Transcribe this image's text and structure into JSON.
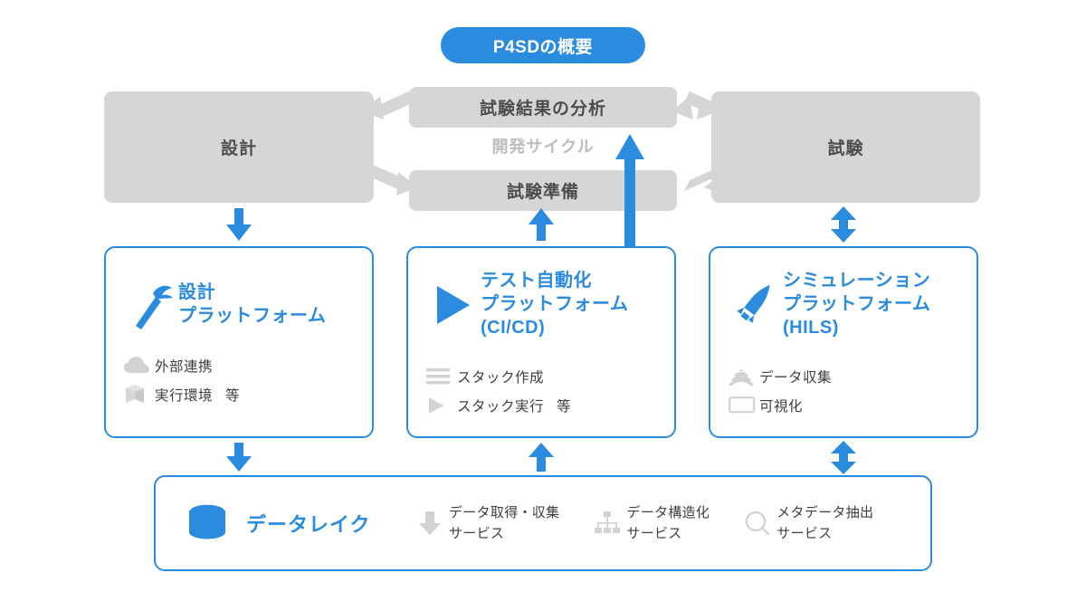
{
  "title": {
    "label": "P4SDの概要"
  },
  "colors": {
    "accent_blue": "#2a8bdf",
    "gray_box": "#d6d6d6",
    "gray_text": "#4d4d4d",
    "cycle_label_gray": "#bdbdbd",
    "icon_gray": "#d2d2d2",
    "white": "#ffffff"
  },
  "process": {
    "design_box": "設計",
    "test_box": "試験",
    "analysis_box": "試験結果の分析",
    "prep_box": "試験準備",
    "cycle_label": "開発サイクル"
  },
  "cards": [
    {
      "icon": "hammer-icon",
      "title_lines": [
        "設計",
        "プラットフォーム"
      ],
      "features": [
        {
          "icon": "cloud-icon",
          "label": "外部連携",
          "suffix": ""
        },
        {
          "icon": "cube-icon",
          "label": "実行環境",
          "suffix": "等"
        }
      ]
    },
    {
      "icon": "play-triangle-icon",
      "title_lines": [
        "テスト自動化",
        "プラットフォーム",
        "(CI/CD)"
      ],
      "features": [
        {
          "icon": "stack-lines-icon",
          "label": "スタック作成",
          "suffix": ""
        },
        {
          "icon": "play-small-icon",
          "label": "スタック実行",
          "suffix": "等"
        }
      ]
    },
    {
      "icon": "rocket-icon",
      "title_lines": [
        "シミュレーション",
        "プラットフォーム",
        "(HILS)"
      ],
      "features": [
        {
          "icon": "signal-waves-icon",
          "label": "データ収集",
          "suffix": ""
        },
        {
          "icon": "monitor-icon",
          "label": "可視化",
          "suffix": ""
        }
      ]
    }
  ],
  "datalake": {
    "icon": "database-icon",
    "title": "データレイク",
    "services": [
      {
        "icon": "down-arrow-icon",
        "line1": "データ取得・収集",
        "line2": "サービス"
      },
      {
        "icon": "hierarchy-icon",
        "line1": "データ構造化",
        "line2": "サービス"
      },
      {
        "icon": "magnifier-icon",
        "line1": "メタデータ抽出",
        "line2": "サービス"
      }
    ]
  },
  "connectors": [
    {
      "name": "design-to-design-platform",
      "direction": "down"
    },
    {
      "name": "prep-to-automation-platform",
      "direction": "up"
    },
    {
      "name": "analysis-feedback-up",
      "direction": "up"
    },
    {
      "name": "test-to-simulation-platform",
      "direction": "both"
    },
    {
      "name": "design-platform-to-datalake",
      "direction": "down"
    },
    {
      "name": "datalake-to-automation-platform",
      "direction": "up"
    },
    {
      "name": "simulation-platform-to-datalake",
      "direction": "both"
    },
    {
      "name": "analysis-to-design",
      "direction": "diagonal-left"
    },
    {
      "name": "design-to-prep",
      "direction": "diagonal-right"
    },
    {
      "name": "test-to-analysis",
      "direction": "diagonal-left"
    },
    {
      "name": "prep-to-test",
      "direction": "diagonal-right"
    }
  ]
}
